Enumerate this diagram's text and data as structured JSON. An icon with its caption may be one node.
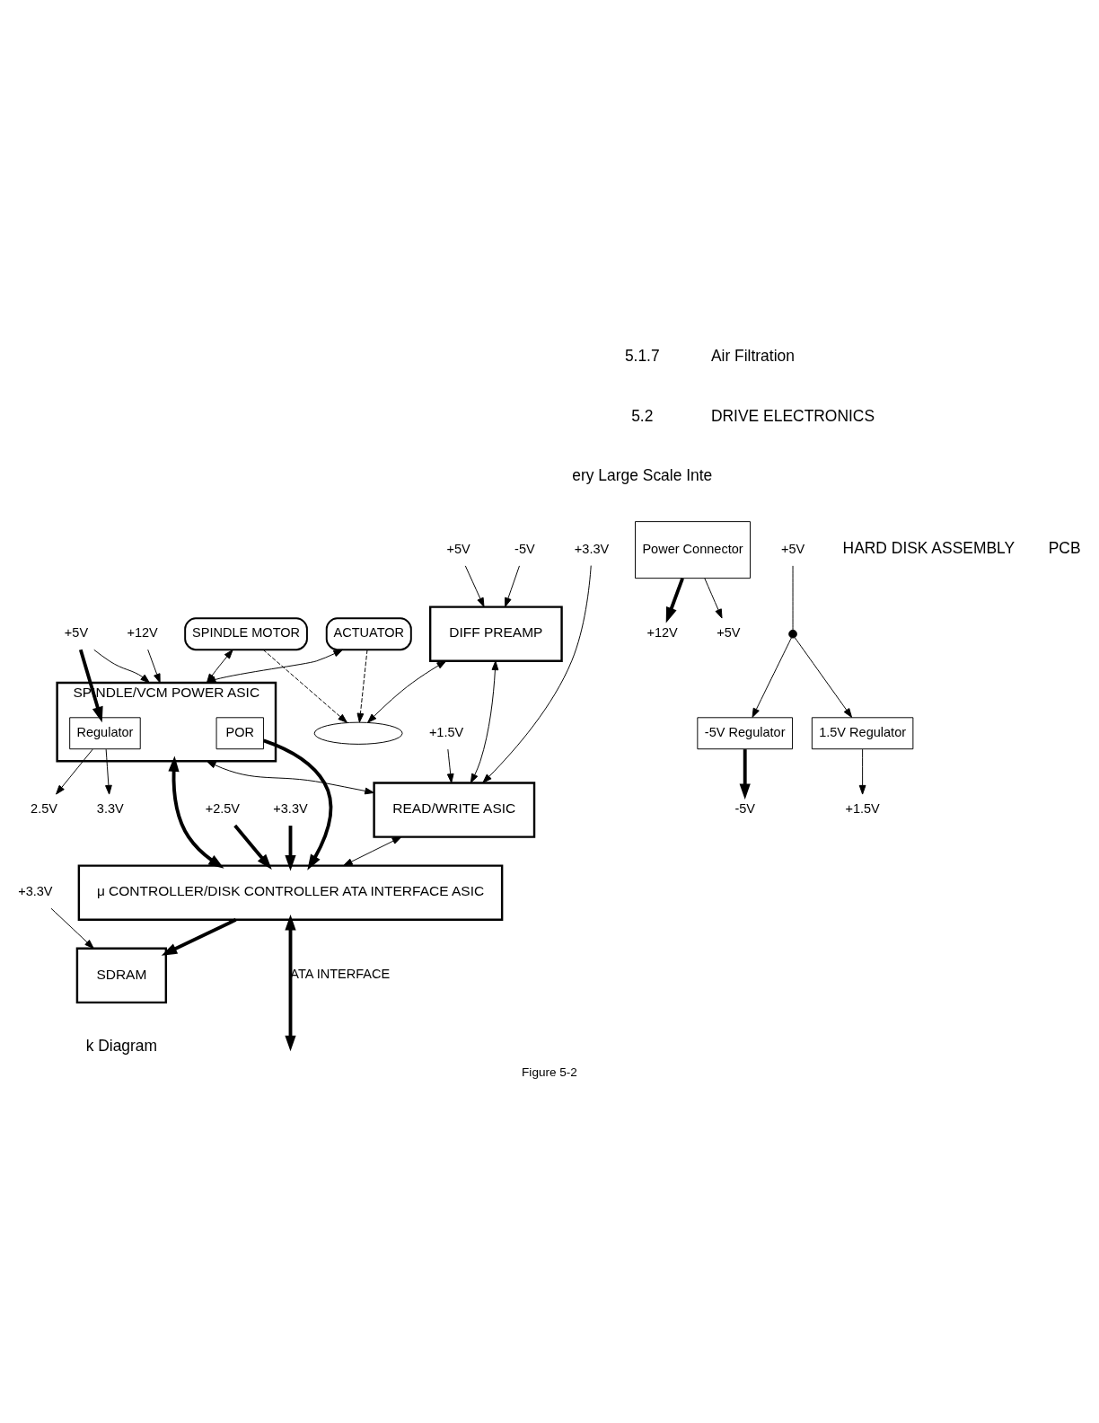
{
  "diagram": {
    "caption": "Figure 5-2",
    "nodes": [
      {
        "text": [
          "DIFF PREAMP"
        ]
      },
      {
        "text": [
          "READ/WRITE ASIC"
        ]
      },
      {
        "text": [
          "-5V Regulator"
        ]
      },
      {
        "text": [
          "1.5V Regulator"
        ]
      },
      {
        "text": [
          "Power Connector"
        ]
      },
      {
        "text": [
          "μ CONTROLLER/DISK CONTROLLER ATA INTERFACE ASIC"
        ]
      },
      {
        "text": [
          "SPINDLE/VCM POWER ASIC"
        ]
      },
      {
        "text": [
          "POR"
        ],
        "in": 6
      },
      {
        "text": [
          "Regulator"
        ],
        "in": 6
      },
      {
        "text": [
          "SDRAM"
        ]
      },
      {
        "text": [],
        "shape": "ellipse"
      },
      {
        "text": [
          "ACTUATOR"
        ]
      },
      {
        "text": [
          "SPINDLE MOTOR"
        ]
      },
      {
        "text": [
          "-5V"
        ]
      },
      {
        "text": [
          "+5V"
        ]
      },
      {
        "text": [
          "+3.3V"
        ]
      },
      {
        "text": [
          "+1.5V"
        ]
      },
      {
        "text": [
          "-5V"
        ]
      },
      {
        "text": [
          "+1.5V"
        ]
      },
      {
        "text": [
          "+5V"
        ]
      },
      {
        "text": [],
        "shape": "circle"
      },
      {
        "text": [
          "+2.5V"
        ]
      },
      {
        "text": [
          "+3.3V"
        ]
      },
      {
        "text": [
          "+12V"
        ]
      },
      {
        "text": [
          "+5V"
        ]
      },
      {
        "text": [
          "+5V"
        ]
      },
      {
        "text": [
          "+12V"
        ]
      },
      {
        "text": [
          "2.5V"
        ]
      },
      {
        "text": [
          "3.3V"
        ]
      },
      {
        "text": [
          "+3.3V"
        ]
      }
    ],
    "edges": [
      {
        "from": 13,
        "to": 0,
        "arrow": "to"
      },
      {
        "from": 14,
        "to": 0,
        "arrow": "to"
      },
      {
        "from": 0,
        "to": 1,
        "arrow": "both"
      },
      {
        "from": 0,
        "to": 10,
        "arrow": "both"
      },
      {
        "from": 12,
        "to": 10,
        "arrow": "to",
        "style": "dashed"
      },
      {
        "from": 11,
        "to": 10,
        "arrow": "to",
        "style": "dashed"
      },
      {
        "from": 11,
        "to": 6,
        "arrow": "both"
      },
      {
        "from": 12,
        "to": 6,
        "arrow": "both"
      },
      {
        "from": 15,
        "to": 1,
        "arrow": "to"
      },
      {
        "from": 16,
        "to": 1,
        "arrow": "to"
      },
      {
        "from": 1,
        "to": 5,
        "arrow": "both"
      },
      {
        "from": 6,
        "to": 5,
        "arrow": "both",
        "style": "thick"
      },
      {
        "from": 6,
        "to": 1,
        "arrow": "both"
      },
      {
        "from": 2,
        "to": 17,
        "arrow": "to",
        "style": "thick"
      },
      {
        "from": 3,
        "to": 18,
        "arrow": "to"
      },
      {
        "from": 19,
        "to": 20,
        "arrow": "none"
      },
      {
        "from": 20,
        "to": 2,
        "arrow": "to"
      },
      {
        "from": 20,
        "to": 3,
        "arrow": "to"
      },
      {
        "from": 21,
        "to": 5,
        "arrow": "to",
        "style": "thick"
      },
      {
        "from": 22,
        "to": 5,
        "arrow": "to",
        "style": "thick"
      },
      {
        "from": 4,
        "to": 23,
        "arrow": "to",
        "style": "thick"
      },
      {
        "from": 4,
        "to": 24,
        "arrow": "to"
      },
      {
        "from": 25,
        "to": 6,
        "arrow": "to"
      },
      {
        "from": 26,
        "to": 6,
        "arrow": "to"
      },
      {
        "from": 25,
        "to": 8,
        "arrow": "to",
        "style": "thick"
      },
      {
        "from": 8,
        "to": 27,
        "arrow": "to"
      },
      {
        "from": 8,
        "to": 28,
        "arrow": "to"
      },
      {
        "from": 7,
        "to": 5,
        "arrow": "to",
        "style": "thick"
      },
      {
        "from": 5,
        "to": 9,
        "arrow": "to",
        "style": "thick"
      },
      {
        "from": 29,
        "to": 9,
        "arrow": "to"
      },
      {
        "from": 5,
        "to": null,
        "arrow": "both",
        "label": "ATA INTERFACE",
        "style": "thick"
      }
    ],
    "labels": [
      "5.1.7",
      "Air Filtration",
      "5.2",
      "DRIVE ELECTRONICS",
      "ery Large Scale Inte",
      "HARD DISK ASSEMBLY",
      "PCB",
      "k Diagram"
    ]
  }
}
